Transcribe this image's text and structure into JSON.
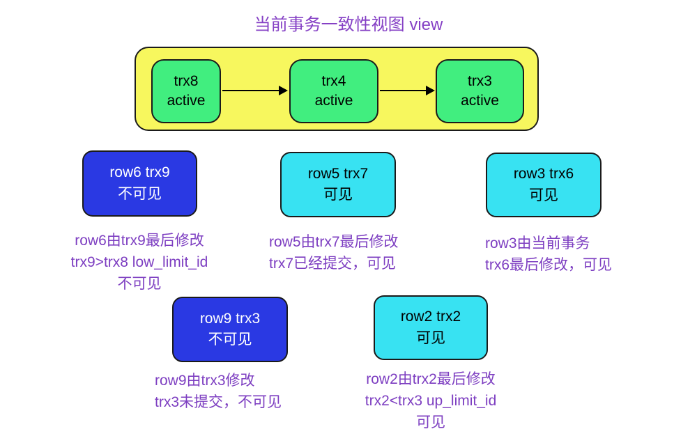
{
  "title": "当前事务一致性视图 view",
  "colors": {
    "title_text": "#8540c5",
    "caption_text": "#7d3ec1",
    "container_fill": "#f7f75e",
    "active_box_fill": "#41ee7f",
    "invisible_box_fill": "#2a39e3",
    "visible_box_fill": "#38e2f2",
    "border": "#1a1a1a",
    "box_text_light": "#ffffff",
    "box_text_dark": "#000000"
  },
  "active_view": {
    "boxes": [
      {
        "name": "trx8",
        "status": "active"
      },
      {
        "name": "trx4",
        "status": "active"
      },
      {
        "name": "trx3",
        "status": "active"
      }
    ]
  },
  "version_boxes": [
    {
      "label": "row6 trx9",
      "visibility": "不可见",
      "caption": [
        "row6由trx9最后修改",
        "trx9>trx8 low_limit_id",
        "不可见"
      ]
    },
    {
      "label": "row5 trx7",
      "visibility": "可见",
      "caption": [
        "row5由trx7最后修改",
        "trx7已经提交，可见"
      ]
    },
    {
      "label": "row3 trx6",
      "visibility": "可见",
      "caption": [
        "row3由当前事务",
        "trx6最后修改，可见"
      ]
    },
    {
      "label": "row9 trx3",
      "visibility": "不可见",
      "caption": [
        "row9由trx3修改",
        "trx3未提交，不可见"
      ]
    },
    {
      "label": "row2 trx2",
      "visibility": "可见",
      "caption": [
        "row2由trx2最后修改",
        "trx2<trx3 up_limit_id",
        "可见"
      ]
    }
  ]
}
